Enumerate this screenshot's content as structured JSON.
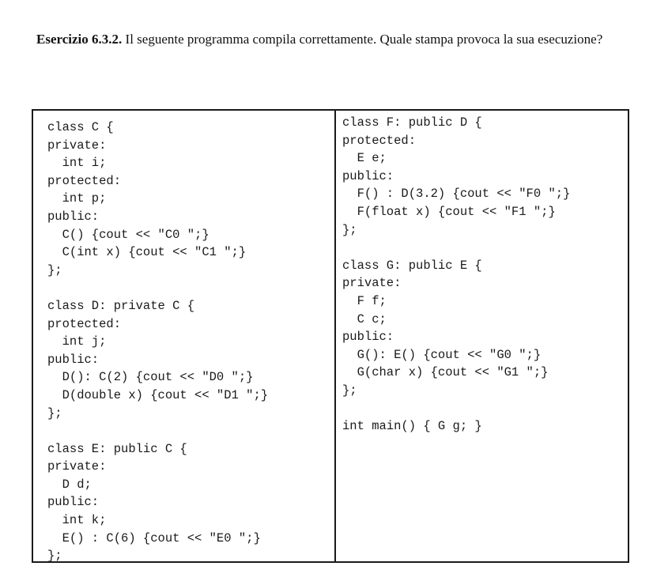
{
  "exercise": {
    "label": "Esercizio 6.3.2.",
    "text": " Il seguente programma compila correttamente. Quale stampa provoca la sua esecuzione?"
  },
  "code_left": [
    "class C {",
    "private:",
    "  int i;",
    "protected:",
    "  int p;",
    "public:",
    "  C() {cout << \"C0 \";}",
    "  C(int x) {cout << \"C1 \";}",
    "};",
    "",
    "class D: private C {",
    "protected:",
    "  int j;",
    "public:",
    "  D(): C(2) {cout << \"D0 \";}",
    "  D(double x) {cout << \"D1 \";}",
    "};",
    "",
    "class E: public C {",
    "private:",
    "  D d;",
    "public:",
    "  int k;",
    "  E() : C(6) {cout << \"E0 \";}",
    "};"
  ],
  "code_right": [
    "class F: public D {",
    "protected:",
    "  E e;",
    "public:",
    "  F() : D(3.2) {cout << \"F0 \";}",
    "  F(float x) {cout << \"F1 \";}",
    "};",
    "",
    "class G: public E {",
    "private:",
    "  F f;",
    "  C c;",
    "public:",
    "  G(): E() {cout << \"G0 \";}",
    "  G(char x) {cout << \"G1 \";}",
    "};",
    "",
    "int main() { G g; }"
  ]
}
